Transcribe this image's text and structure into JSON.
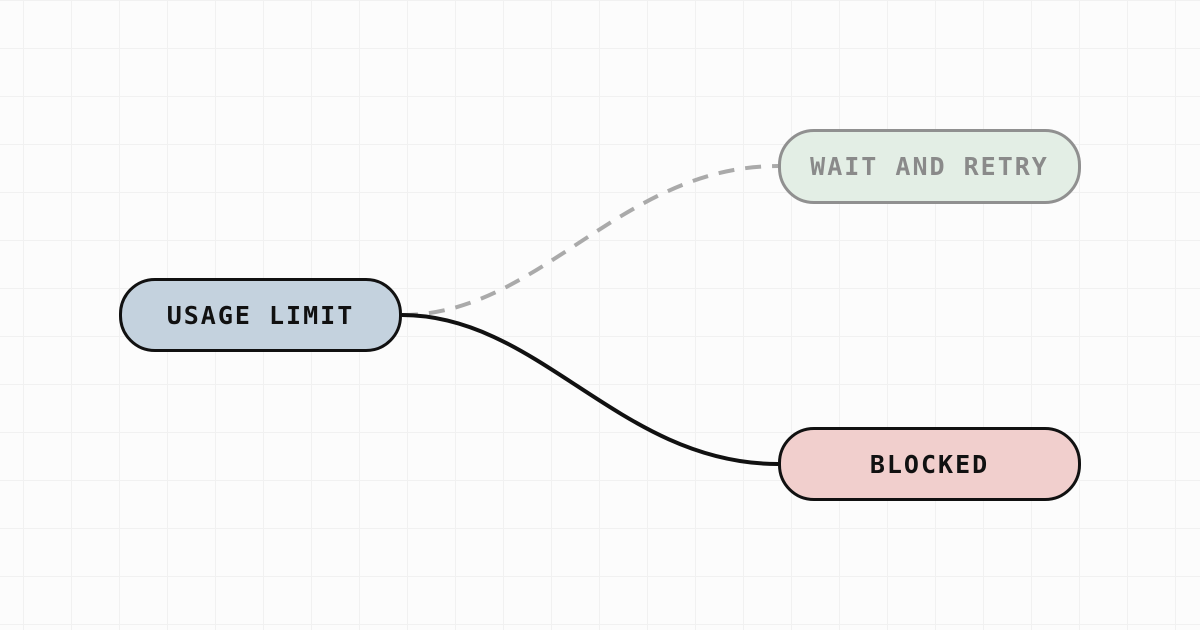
{
  "nodes": {
    "usage_limit": "USAGE LIMIT",
    "wait_and_retry": "WAIT AND RETRY",
    "blocked": "BLOCKED"
  },
  "colors": {
    "usage_limit_fill": "#c4d2de",
    "wait_and_retry_fill": "#e3eee5",
    "blocked_fill": "#f1cfcd",
    "active_edge": "#111111",
    "inactive_edge": "#aaaaaa"
  }
}
